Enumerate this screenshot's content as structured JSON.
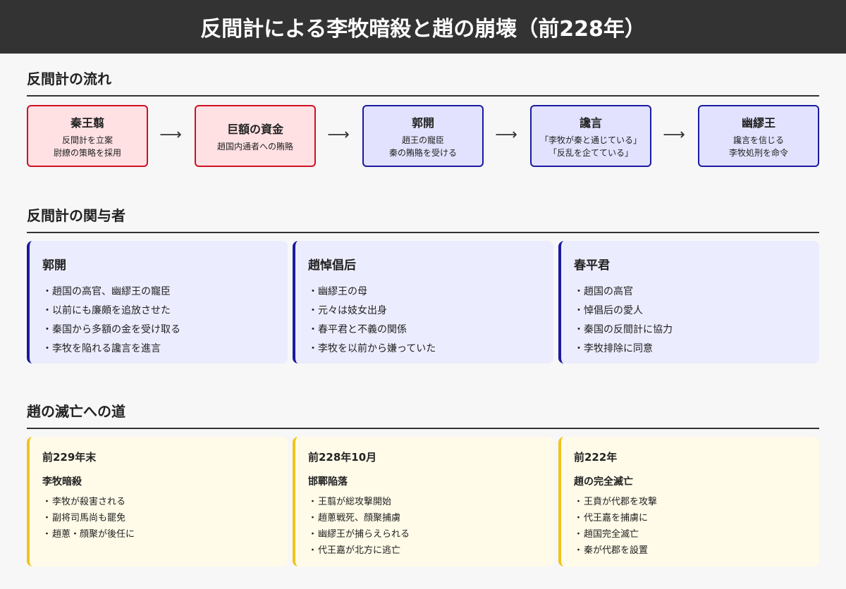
{
  "title": "反間計による李牧暗殺と趙の崩壊（前228年）",
  "sections": {
    "flow": "反間計の流れ",
    "actors": "反間計の関与者",
    "road": "趙の滅亡への道"
  },
  "flow_nodes": [
    {
      "title": "秦王翦",
      "desc": "反間計を立案\n尉繚の策略を採用"
    },
    {
      "title": "巨額の資金",
      "desc": "趙国内通者への賄賂"
    },
    {
      "title": "郭開",
      "desc": "趙王の寵臣\n秦の賄賂を受ける"
    },
    {
      "title": "讒言",
      "desc": "「李牧が秦と通じている」\n「反乱を企てている」"
    },
    {
      "title": "幽繆王",
      "desc": "讒言を信じる\n李牧処刑を命令"
    }
  ],
  "arrow_glyph": "⟶",
  "bullet_glyph": "・",
  "actors": [
    {
      "name": "郭開",
      "items": [
        "趙国の高官、幽繆王の寵臣",
        "以前にも廉頗を追放させた",
        "秦国から多額の金を受け取る",
        "李牧を陥れる讒言を進言"
      ]
    },
    {
      "name": "趙悼倡后",
      "items": [
        "幽繆王の母",
        "元々は妓女出身",
        "春平君と不義の関係",
        "李牧を以前から嫌っていた"
      ]
    },
    {
      "name": "春平君",
      "items": [
        "趙国の高官",
        "悼倡后の愛人",
        "秦国の反間計に協力",
        "李牧排除に同意"
      ]
    }
  ],
  "stages": [
    {
      "date": "前229年末",
      "subtitle": "李牧暗殺",
      "items": [
        "李牧が殺害される",
        "副将司馬尚も罷免",
        "趙蔥・顔聚が後任に"
      ]
    },
    {
      "date": "前228年10月",
      "subtitle": "邯鄲陥落",
      "items": [
        "王翦が総攻撃開始",
        "趙蔥戦死、顔聚捕虜",
        "幽繆王が捕らえられる",
        "代王嘉が北方に逃亡"
      ]
    },
    {
      "date": "前222年",
      "subtitle": "趙の完全滅亡",
      "items": [
        "王賁が代郡を攻撃",
        "代王嘉を捕虜に",
        "趙国完全滅亡",
        "秦が代郡を設置"
      ]
    }
  ],
  "colors": {
    "header_bg": "#333333",
    "red_fill": "#ffe1e4",
    "red_border": "#cc1122",
    "blue_fill": "#e2e2ff",
    "blue_border": "#1a1aa0",
    "actor_fill": "#ececff",
    "stage_fill": "#fffbe8",
    "stage_border": "#f0c419"
  }
}
